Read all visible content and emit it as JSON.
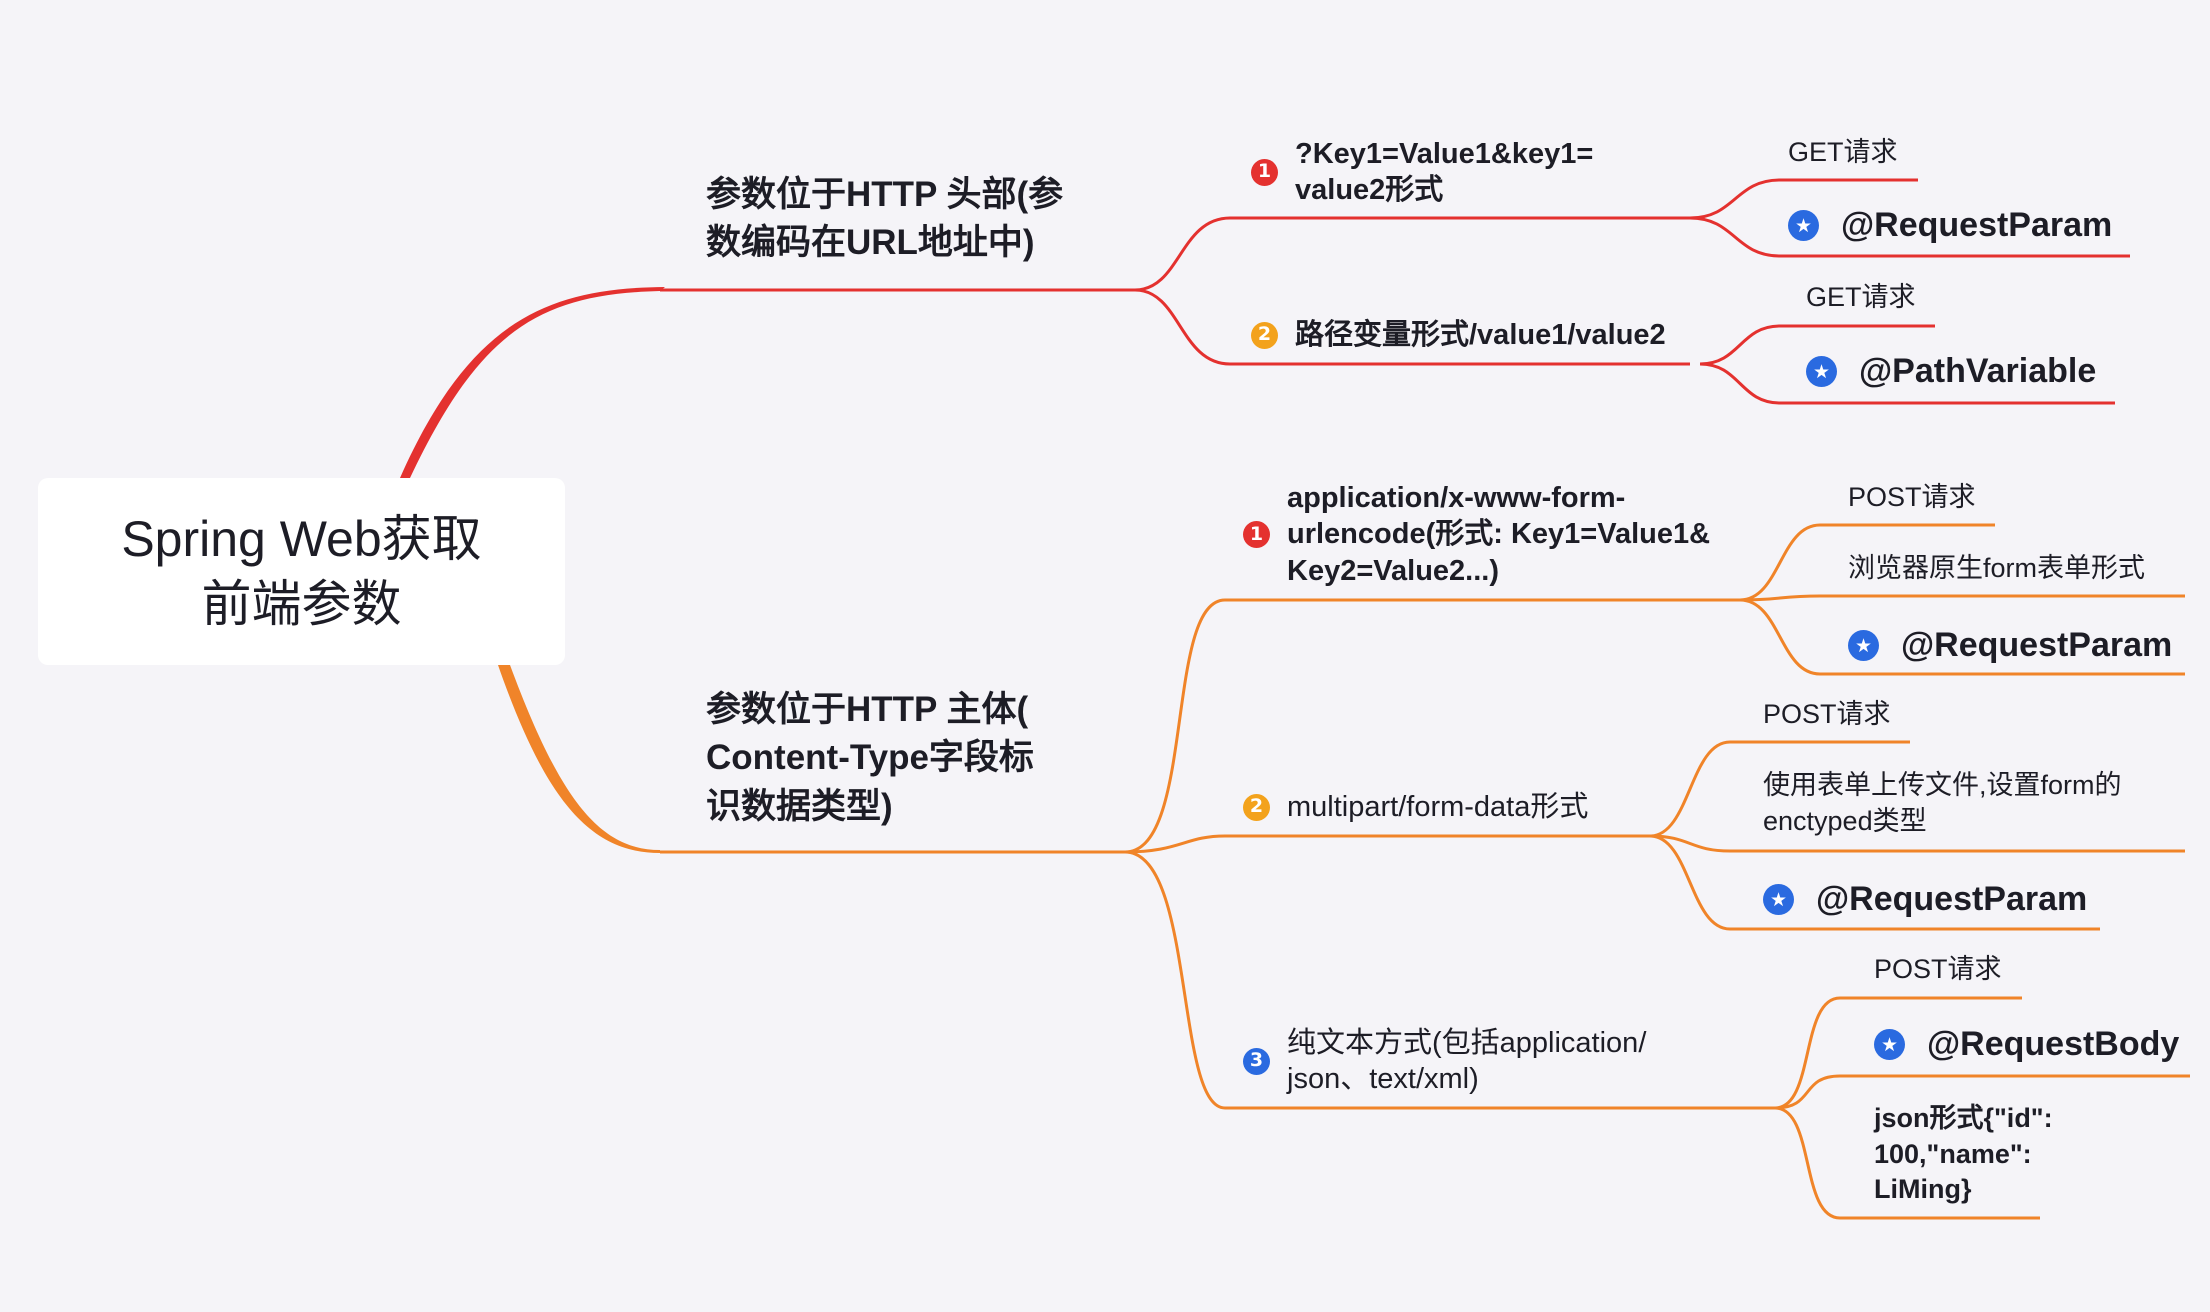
{
  "colors": {
    "red": "#e4312f",
    "orange": "#f08429",
    "yellow": "#f3a21c",
    "blue": "#2a6ae0"
  },
  "root": {
    "line1": "Spring Web获取",
    "line2": "前端参数"
  },
  "branch_header": {
    "line1": "参数位于HTTP 头部(参",
    "line2": "数编码在URL地址中)",
    "items": [
      {
        "marker": "1",
        "marker_color": "red",
        "line1": "?Key1=Value1&key1=",
        "line2": "value2形式",
        "request": "GET请求",
        "annotation": "@RequestParam",
        "annotation_icon": "star-icon"
      },
      {
        "marker": "2",
        "marker_color": "yellow",
        "line1": "路径变量形式/value1/value2",
        "request": "GET请求",
        "annotation": "@PathVariable",
        "annotation_icon": "star-icon"
      }
    ]
  },
  "branch_body": {
    "line1": "参数位于HTTP 主体(",
    "line2": "Content-Type字段标",
    "line3": "识数据类型)",
    "items": [
      {
        "marker": "1",
        "marker_color": "red",
        "line1": "application/x-www-form-",
        "line2": "urlencode(形式: Key1=Value1&",
        "line3": "Key2=Value2...)",
        "request": "POST请求",
        "description": "浏览器原生form表单形式",
        "annotation": "@RequestParam",
        "annotation_icon": "star-icon"
      },
      {
        "marker": "2",
        "marker_color": "yellow",
        "line1": "multipart/form-data形式",
        "request": "POST请求",
        "description_line1": "使用表单上传文件,设置form的",
        "description_line2": "enctyped类型",
        "annotation": "@RequestParam",
        "annotation_icon": "star-icon"
      },
      {
        "marker": "3",
        "marker_color": "blue",
        "line1": "纯文本方式(包括application/",
        "line2": "json、text/xml)",
        "request": "POST请求",
        "annotation": "@RequestBody",
        "annotation_icon": "star-icon",
        "example_line1": "json形式{\"id\":",
        "example_line2": "100,\"name\":",
        "example_line3": "LiMing}"
      }
    ]
  }
}
